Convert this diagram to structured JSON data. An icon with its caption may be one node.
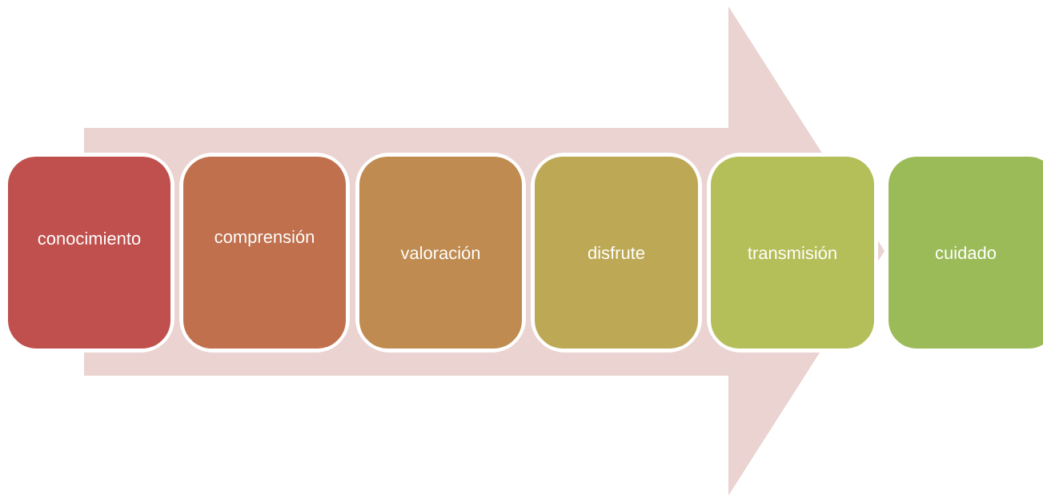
{
  "diagram": {
    "nodes": [
      {
        "text": [
          "conocimiento"
        ]
      },
      {
        "text": [
          "comprensión"
        ]
      },
      {
        "text": [
          "valoración"
        ]
      },
      {
        "text": [
          "disfrute"
        ]
      },
      {
        "text": [
          "transmisión"
        ]
      },
      {
        "text": [
          "cuidado"
        ]
      }
    ],
    "edges": [
      {
        "from": 0,
        "to": 5,
        "arrow": "to"
      }
    ]
  }
}
